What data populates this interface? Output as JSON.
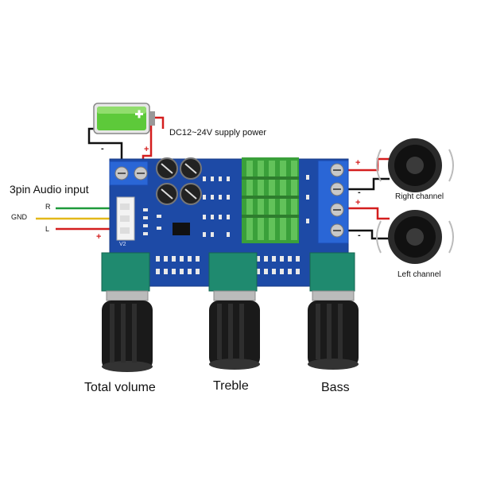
{
  "power": {
    "label": "DC12~24V  supply power",
    "minus": "-",
    "plus": "+"
  },
  "audio_input": {
    "title": "3pin Audio input",
    "r": "R",
    "gnd": "GND",
    "l": "L",
    "plus": "+"
  },
  "board": {
    "mark": "V2"
  },
  "outputs": {
    "right": {
      "label": "Right channel",
      "plus": "+",
      "minus": "-"
    },
    "left": {
      "label": "Left channel",
      "plus": "+",
      "minus": "-"
    }
  },
  "knobs": [
    {
      "label": "Total volume"
    },
    {
      "label": "Treble"
    },
    {
      "label": "Bass"
    }
  ],
  "colors": {
    "board": "#1d4aa6",
    "heatsink": "#3aa03a",
    "terminal": "#2a66d6",
    "knob_base": "#1f8a6f",
    "wire_red": "#d41e1e",
    "wire_green": "#1f9a3a",
    "wire_yellow": "#e3b81a"
  }
}
